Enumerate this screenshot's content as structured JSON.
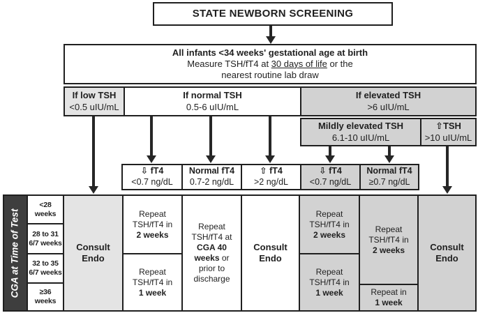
{
  "colors": {
    "ink": "#1f1f1f",
    "arrow": "#262626",
    "box-white": "#ffffff",
    "gray-light": "#e4e4e4",
    "gray-mid": "#d2d2d2",
    "sidebar-dark": "#3e3e3e",
    "page-bg": "#ffffff"
  },
  "title": "STATE NEWBORN SCREENING",
  "intro": {
    "line1": "All infants <34 weeks' gestational age at birth",
    "line2_pre": "Measure TSH/fT4 at ",
    "line2_underline": "30 days of life",
    "line2_post": " or the",
    "line3": "nearest routine lab draw"
  },
  "tsh": {
    "low": {
      "label": "If low TSH",
      "value": "<0.5 uIU/mL"
    },
    "normal": {
      "label": "If normal TSH",
      "value": "0.5-6 uIU/mL"
    },
    "elevated": {
      "label": "If elevated TSH",
      "value": ">6 uIU/mL"
    },
    "mild": {
      "label": "Mildly elevated TSH",
      "value": "6.1-10 uIU/mL"
    },
    "high": {
      "label": "⇧TSH",
      "value": ">10 uIU/mL"
    }
  },
  "ft4": [
    {
      "label": "⇩ fT4",
      "value": "<0.7 ng/dL"
    },
    {
      "label": "Normal fT4",
      "value": "0.7-2 ng/dL"
    },
    {
      "label": "⇧ fT4",
      "value": ">2 ng/dL"
    },
    {
      "label": "⇩ fT4",
      "value": "<0.7 ng/dL"
    },
    {
      "label": "Normal fT4",
      "value": "≥0.7 ng/dL"
    }
  ],
  "table": {
    "axis_label": "CGA at Time of Test",
    "row_labels": [
      "<28 weeks",
      "28 to 31 6/7 weeks",
      "32 to 35 6/7 weeks",
      "≥36 weeks"
    ],
    "consult_endo": "Consult Endo",
    "cells": {
      "ft4low_top": {
        "pre": "Repeat TSH/fT4 in",
        "bold": "2 weeks"
      },
      "ft4low_bottom": {
        "pre": "Repeat TSH/fT4 in",
        "bold": "1 week"
      },
      "ft4normal": {
        "pre": "Repeat TSH/fT4 at ",
        "bold": "CGA 40 weeks",
        "post": " or prior to discharge"
      },
      "mildlow_top": {
        "pre": "Repeat TSH/fT4 in",
        "bold": "2 weeks"
      },
      "mildlow_bottom": {
        "pre": "Repeat TSH/fT4 in",
        "bold": "1 week"
      },
      "mildnormal_top": {
        "pre": "Repeat TSH/fT4 in",
        "bold": "2 weeks"
      },
      "mildnormal_bottom": {
        "pre": "Repeat in",
        "bold": "1 week"
      }
    }
  }
}
